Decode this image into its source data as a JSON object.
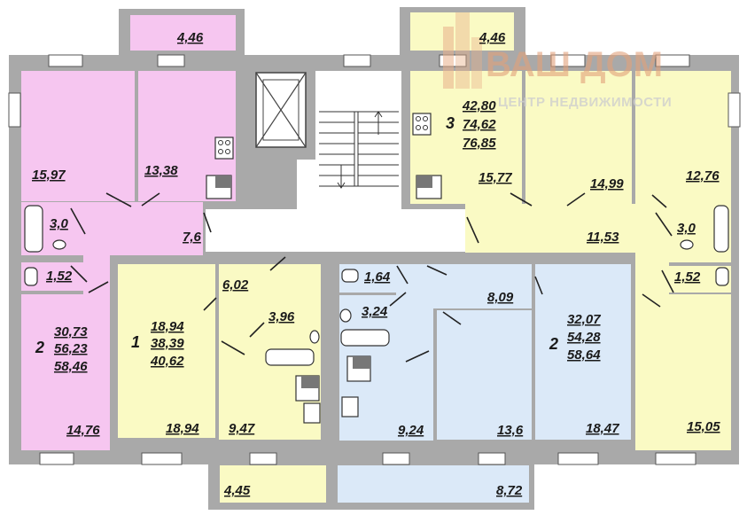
{
  "colors": {
    "flat_pink": "#f6c6f0",
    "flat_yellow": "#fafac4",
    "flat_blue": "#dbe9f8",
    "common_white": "#ffffff",
    "wall": "#a9a9a9",
    "brand": "#e2a07a"
  },
  "brand": {
    "name": "ВАШ ДОМ",
    "tagline": "ЦЕНТР НЕДВИЖИМОСТИ"
  },
  "flats": {
    "flat_pink_2": {
      "number": "2",
      "living": "30,73",
      "total": "56,23",
      "total_with_balcony": "58,46",
      "rooms": {
        "balcony": "4,46",
        "room_left": "15,97",
        "kitchen": "13,38",
        "bath": "3,0",
        "hall": "7,6",
        "wc": "1,52",
        "room_bottom": "14,76"
      }
    },
    "flat_yellow_1": {
      "number": "1",
      "living": "18,94",
      "total": "38,39",
      "total_with_balcony": "40,62",
      "rooms": {
        "hall": "6,02",
        "bath": "3,96",
        "room": "18,94",
        "kitchen": "9,47",
        "balcony": "4,45"
      }
    },
    "flat_yellow_3": {
      "number": "3",
      "living": "42,80",
      "total": "74,62",
      "total_with_balcony": "76,85",
      "rooms": {
        "balcony": "4,46",
        "kitchen": "15,77",
        "room_mid": "14,99",
        "room_right": "12,76",
        "hall": "11,53",
        "bath": "3,0",
        "wc": "1,52",
        "room_bottom": "15,05"
      }
    },
    "flat_blue_2": {
      "number": "2",
      "living": "32,07",
      "total": "54,28",
      "total_with_balcony": "58,64",
      "rooms": {
        "wc": "1,64",
        "bath": "3,24",
        "hall": "8,09",
        "kitchen": "9,24",
        "room_mid": "13,6",
        "room_right": "18,47",
        "balcony": "8,72"
      }
    }
  }
}
